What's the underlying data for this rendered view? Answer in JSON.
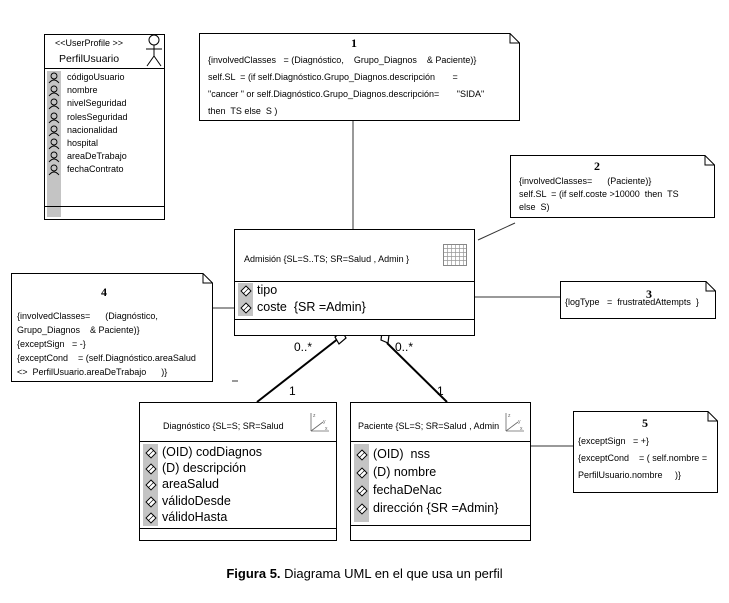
{
  "profile": {
    "stereotype": "<<UserProfile >>",
    "name": "PerfilUsuario",
    "attributes": [
      "códigoUsuario",
      "nombre",
      "nivelSeguridad",
      "rolesSeguridad",
      "nacionalidad",
      "hospital",
      "areaDeTrabajo",
      "fechaContrato"
    ]
  },
  "admision": {
    "title": "Admisión {SL=S..TS;    SR=Salud  , Admin }",
    "attributes": [
      "tipo",
      "coste  {SR =Admin}"
    ]
  },
  "diagnostico": {
    "title": "Diagnóstico {SL=S;    SR=Salud",
    "attributes": [
      "(OID) codDiagnos",
      "(D) descripción",
      "areaSalud",
      "válidoDesde",
      "válidoHasta"
    ]
  },
  "paciente": {
    "title": "Paciente {SL=S;    SR=Salud  , Admin",
    "attributes": [
      "(OID)  nss",
      "(D) nombre",
      "fechaDeNac",
      "dirección {SR =Admin}"
    ]
  },
  "notes": {
    "n1": {
      "num": "1",
      "lines": [
        "{involvedClasses   = (Diagnóstico,    Grupo_Diagnos    & Paciente)}",
        "self.SL  = (if self.Diagnóstico.Grupo_Diagnos.descripción       =",
        "\"cancer \" or self.Diagnóstico.Grupo_Diagnos.descripción=       \"SIDA\"",
        "then  TS else  S )"
      ]
    },
    "n2": {
      "num": "2",
      "lines": [
        "{involvedClasses=      (Paciente)}",
        "self.SL  = (if self.coste >10000  then  TS",
        "else  S)"
      ]
    },
    "n3": {
      "num": "3",
      "lines": [
        "{logType   =  frustratedAttempts  }"
      ]
    },
    "n4": {
      "num": "4",
      "lines": [
        "{involvedClasses=      (Diagnóstico,",
        "Grupo_Diagnos    & Paciente)}",
        "{exceptSign   = -}",
        "{exceptCond    = (self.Diagnóstico.areaSalud",
        "<>  PerfilUsuario.areaDeTrabajo      )}"
      ]
    },
    "n5": {
      "num": "5",
      "lines": [
        "{exceptSign   = +}",
        "{exceptCond    = ( self.nombre =",
        "PerfilUsuario.nombre     )}"
      ]
    }
  },
  "associations": {
    "left_mult_many": "0..*",
    "left_mult_one": "1",
    "right_mult_many": "0..*",
    "right_mult_one": "1"
  },
  "caption": {
    "label": "Figura 5.",
    "text": " Diagrama UML en el que usa un perfil"
  }
}
